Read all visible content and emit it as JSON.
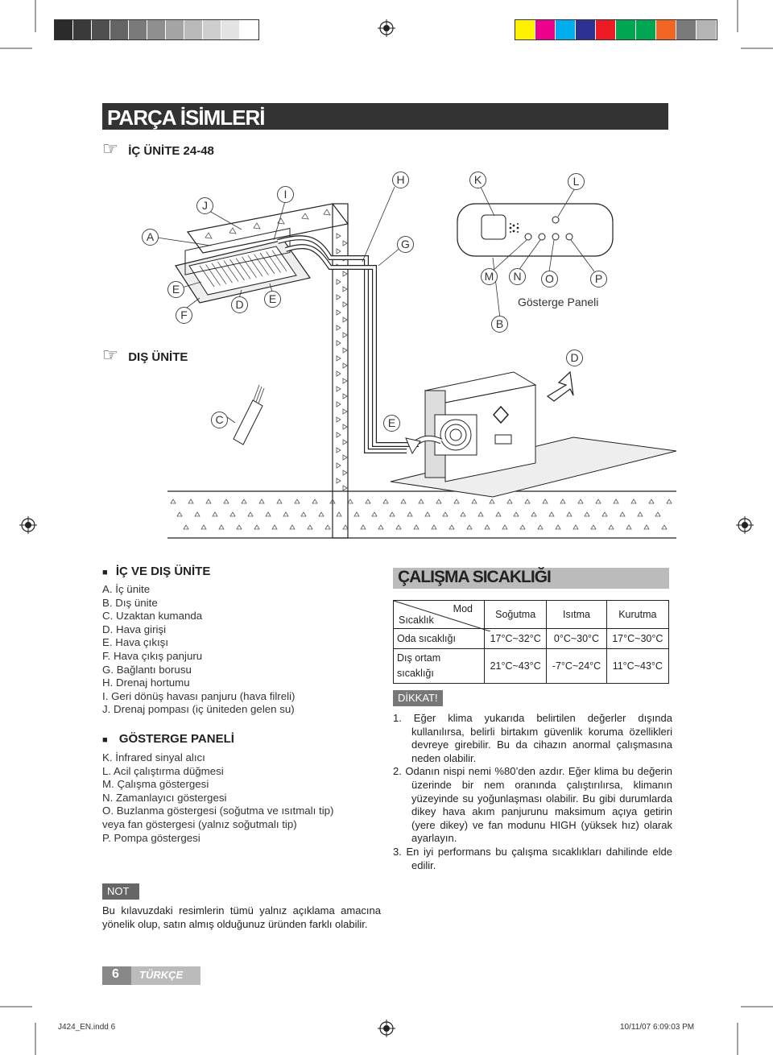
{
  "registration": {
    "left_colors": [
      "#2b2b2b",
      "#3a3a3a",
      "#4f4f4f",
      "#646464",
      "#7a7a7a",
      "#8f8f8f",
      "#a4a4a4",
      "#b9b9b9",
      "#cecece",
      "#e3e3e3",
      "#ffffff"
    ],
    "right_colors": [
      "#fff200",
      "#ec008c",
      "#00aeef",
      "#2e3192",
      "#ed1c24",
      "#00a651",
      "#00a651",
      "#f26522",
      "#7a7a7a",
      "#b4b4b4"
    ]
  },
  "page": {
    "title": "PARÇA İSİMLERİ",
    "indoor_heading": "İÇ ÜNİTE 24-48",
    "outdoor_heading": "DIŞ ÜNİTE",
    "panel_caption": "Gösterge Paneli"
  },
  "diagram_labels": {
    "A": "A",
    "B": "B",
    "C": "C",
    "D": "D",
    "E": "E",
    "F": "F",
    "G": "G",
    "H": "H",
    "I": "I",
    "J": "J",
    "K": "K",
    "L": "L",
    "M": "M",
    "N": "N",
    "O": "O",
    "P": "P"
  },
  "units": {
    "heading": "İÇ VE DIŞ ÜNİTE",
    "items": [
      "A. İç ünite",
      "B. Dış ünite",
      "C. Uzaktan kumanda",
      "D. Hava girişi",
      "E. Hava çıkışı",
      "F. Hava çıkış panjuru",
      "G. Bağlantı borusu",
      "H. Drenaj hortumu",
      "I.  Geri dönüş havası panjuru (hava filreli)",
      "J.  Drenaj pompası (iç üniteden gelen su)"
    ]
  },
  "panel": {
    "heading": "GÖSTERGE PANELİ",
    "items": [
      "K. İnfrared sinyal alıcı",
      "L.  Acil çalıştırma düğmesi",
      "M. Çalışma göstergesi",
      "N. Zamanlayıcı göstergesi",
      "O. Buzlanma göstergesi (soğutma ve ısıtmalı tip)",
      "      veya fan göstergesi (yalnız soğutmalı tip)",
      "P.  Pompa göstergesi"
    ]
  },
  "operating": {
    "heading": "ÇALIŞMA SICAKLIĞI",
    "table": {
      "corner_top": "Mod",
      "corner_bottom": "Sıcaklık",
      "cols": [
        "Soğutma",
        "Isıtma",
        "Kurutma"
      ],
      "rows": [
        {
          "label": "Oda sıcaklığı",
          "values": [
            "17°C~32°C",
            "0°C~30°C",
            "17°C~30°C"
          ]
        },
        {
          "label_1": "Dış ortam",
          "label_2": "sıcaklığı",
          "values": [
            "21°C~43°C",
            "-7°C~24°C",
            "11°C~43°C"
          ]
        }
      ]
    },
    "warning_tag": "DİKKAT!",
    "notes": [
      "1. Eğer klima yukarıda belirtilen değerler dışında kullanılırsa, belirli birtakım güvenlik koruma özellikleri devreye girebilir. Bu da cihazın anormal çalışmasına neden olabilir.",
      "2. Odanın nispi nemi %80’den azdır. Eğer klima bu değerin üzerinde bir nem oranında çalıştırılırsa, klimanın yüzeyinde su yoğunlaşması olabilir. Bu gibi durumlarda dikey hava akım panjurunu maksimum açıya getirin (yere dikey) ve fan modunu HIGH (yüksek hız) olarak ayarlayın.",
      "3.  En iyi performans bu çalışma sıcaklıkları dahilinde elde edilir."
    ]
  },
  "note": {
    "tag": "NOT",
    "text": "Bu kılavuzdaki resimlerin tümü yalnız açıklama amacına yönelik olup, satın almış olduğunuz üründen farklı olabilir."
  },
  "footer": {
    "page_number": "6",
    "language": "TÜRKÇE",
    "file": "J424_EN.indd   6",
    "timestamp": "10/11/07   6:09:03 PM"
  }
}
